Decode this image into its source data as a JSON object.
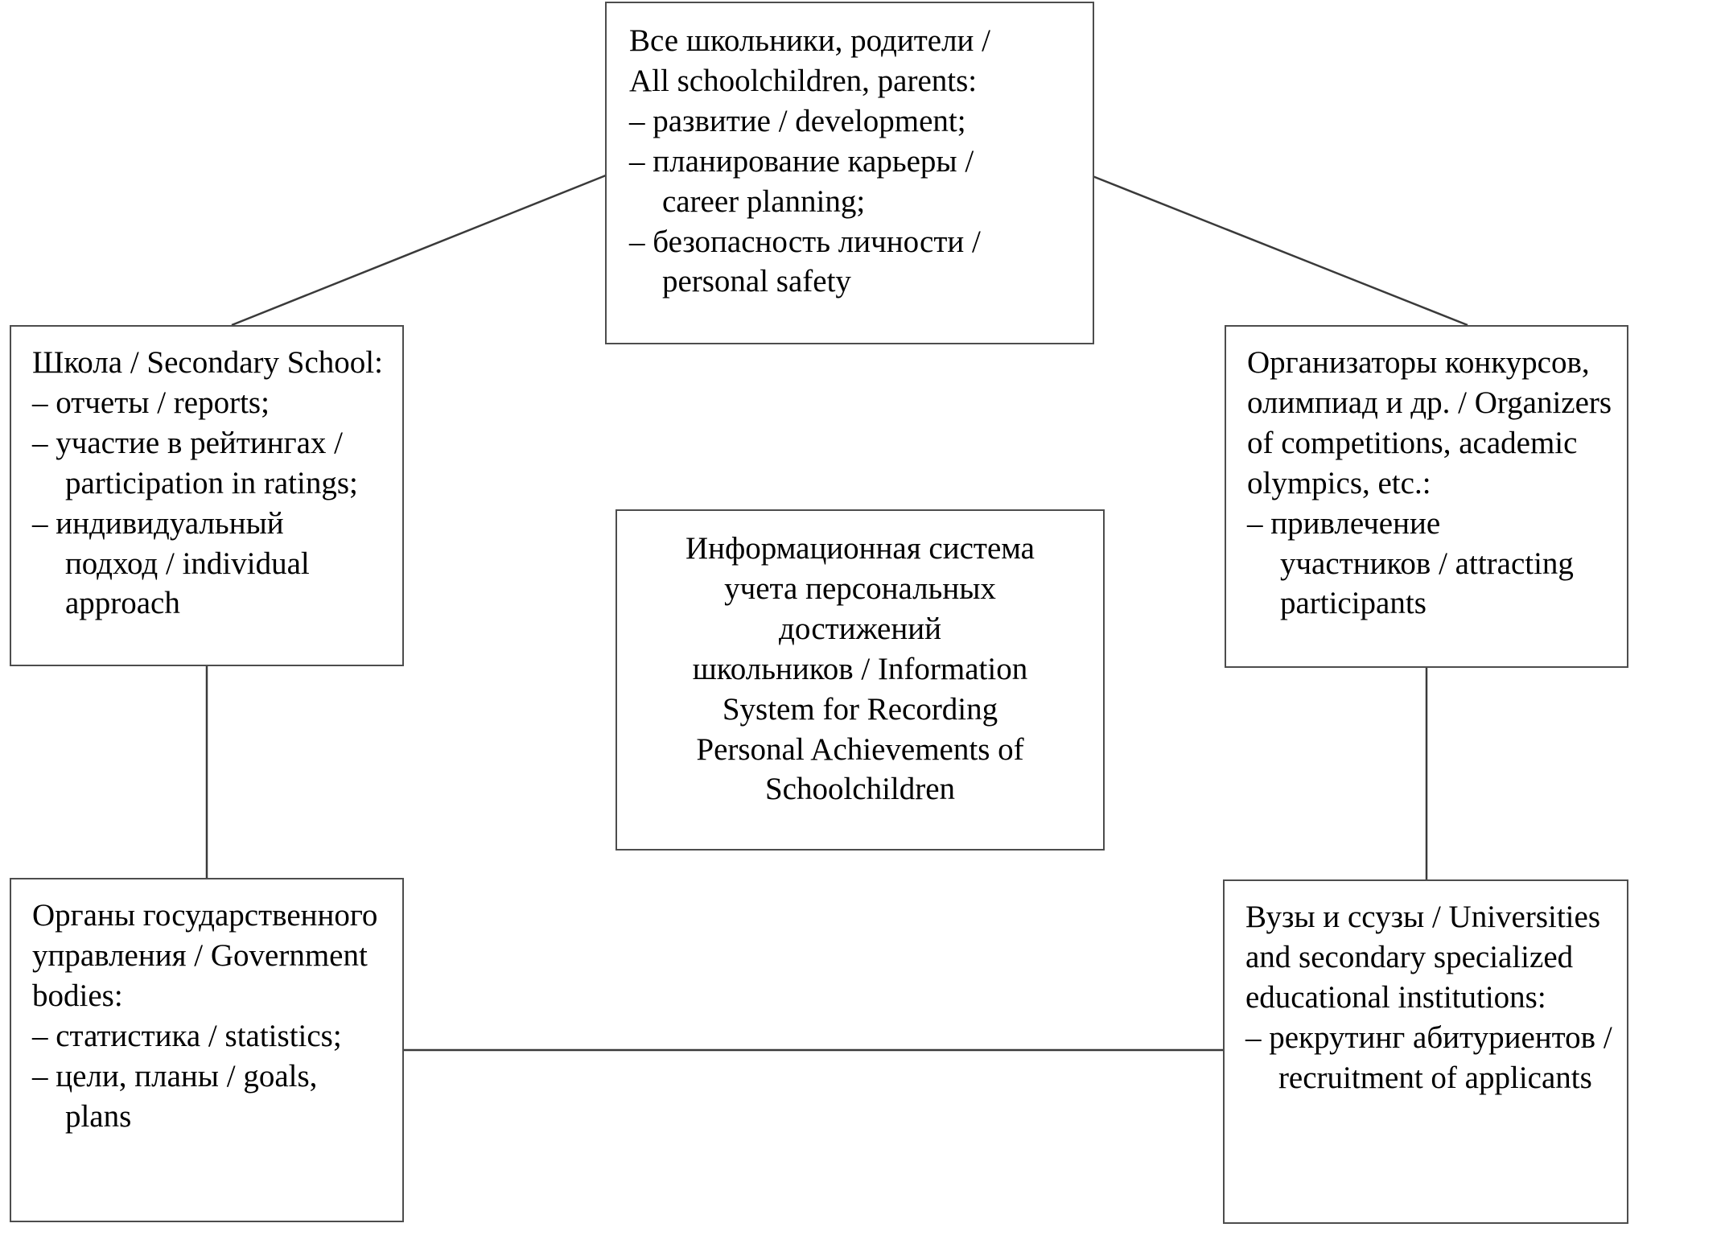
{
  "diagram": {
    "title": "Information System for Recording Personal Achievements of Schoolchildren - stakeholder context diagram",
    "type": "context-diagram",
    "line_color": "#4d4d4d",
    "background_color": "#ffffff",
    "text_color": "#000000"
  },
  "nodes": {
    "all_schoolchildren": {
      "name": "all-schoolchildren-parents",
      "lines": [
        "Все школьники, родители /",
        "All schoolchildren, parents:",
        "– развитие / development;",
        "– планирование карьеры /",
        "career planning;",
        "– безопасность личности /",
        "personal safety"
      ]
    },
    "school": {
      "name": "secondary-school",
      "lines": [
        "Школа / Secondary School:",
        "– отчеты / reports;",
        "– участие в рейтингах /",
        "participation in ratings;",
        "– индивидуальный",
        "подход / individual",
        "approach"
      ]
    },
    "organizers": {
      "name": "competition-organizers",
      "lines": [
        "Организаторы конкурсов,",
        "олимпиад и др. / Organizers",
        "of competitions, academic",
        "olympics, etc.:",
        "– привлечение",
        "участников / attracting",
        "participants"
      ]
    },
    "information_system": {
      "name": "information-system",
      "lines": [
        "Информационная система",
        "учета персональных",
        "достижений",
        "школьников / Information",
        "System for Recording",
        "Personal Achievements of",
        "Schoolchildren"
      ]
    },
    "government_bodies": {
      "name": "government-bodies",
      "lines": [
        "Органы государственного",
        "управления / Government",
        "bodies:",
        "– статистика / statistics;",
        "– цели, планы / goals,",
        "plans"
      ]
    },
    "universities": {
      "name": "universities-and-colleges",
      "lines": [
        "Вузы и ссузы / Universities",
        "and secondary specialized",
        "educational institutions:",
        "– рекрутинг абитуриентов /",
        "recruitment of applicants"
      ]
    }
  },
  "connectors": [
    {
      "name": "schoolchildren-to-school",
      "from": "all_schoolchildren",
      "to": "school",
      "kind": "diagonal"
    },
    {
      "name": "schoolchildren-to-organizers",
      "from": "all_schoolchildren",
      "to": "organizers",
      "kind": "diagonal"
    },
    {
      "name": "school-to-government-bodies",
      "from": "school",
      "to": "government_bodies",
      "kind": "vertical"
    },
    {
      "name": "organizers-to-universities",
      "from": "organizers",
      "to": "universities",
      "kind": "vertical"
    },
    {
      "name": "government-bodies-to-universities",
      "from": "government_bodies",
      "to": "universities",
      "kind": "horizontal"
    }
  ]
}
